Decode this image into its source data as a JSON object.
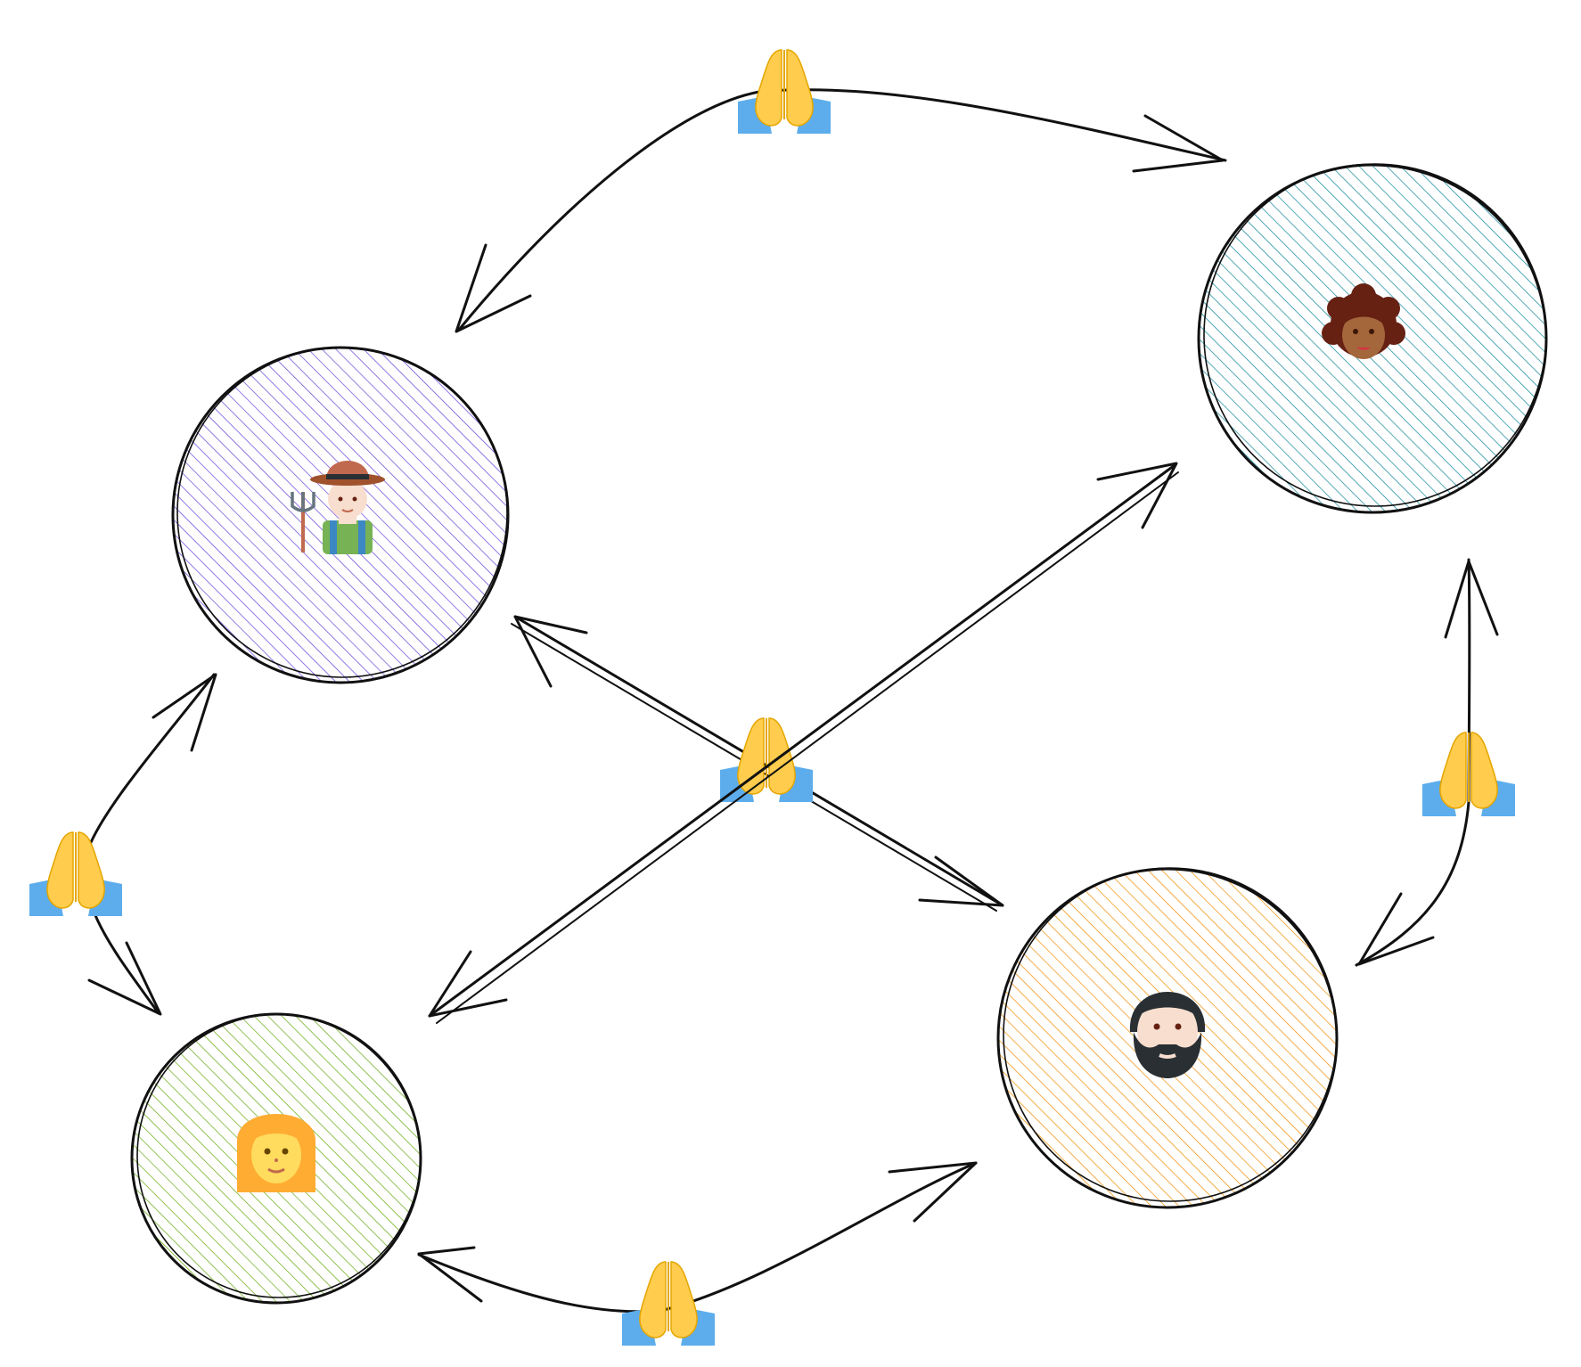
{
  "nodes": [
    {
      "id": "farmer",
      "icon": "farmer-icon",
      "color": "#6741d9"
    },
    {
      "id": "woman-curly",
      "icon": "woman-curly-hair-icon",
      "color": "#0c8599"
    },
    {
      "id": "woman-blonde",
      "icon": "woman-blonde-icon",
      "color": "#66a80f"
    },
    {
      "id": "man-beard",
      "icon": "man-beard-icon",
      "color": "#f08c00"
    }
  ],
  "edges": [
    {
      "id": "edge-farmer-curly",
      "from": "farmer",
      "to": "woman-curly",
      "direction": "both",
      "label_icon": "folded-hands-icon"
    },
    {
      "id": "edge-farmer-blonde",
      "from": "farmer",
      "to": "woman-blonde",
      "direction": "both",
      "label_icon": "folded-hands-icon"
    },
    {
      "id": "edge-curly-beard",
      "from": "woman-curly",
      "to": "man-beard",
      "direction": "both",
      "label_icon": "folded-hands-icon"
    },
    {
      "id": "edge-blonde-beard",
      "from": "woman-blonde",
      "to": "man-beard",
      "direction": "both",
      "label_icon": "folded-hands-icon"
    },
    {
      "id": "edge-farmer-beard",
      "from": "farmer",
      "to": "man-beard",
      "direction": "both",
      "label_icon": "folded-hands-icon"
    },
    {
      "id": "edge-curly-blonde",
      "from": "woman-curly",
      "to": "woman-blonde",
      "direction": "both",
      "label_icon": "folded-hands-icon"
    }
  ],
  "colors": {
    "stroke": "#111111",
    "hands_yellow": "#ffcc4d",
    "hands_sleeve": "#5dadec"
  }
}
